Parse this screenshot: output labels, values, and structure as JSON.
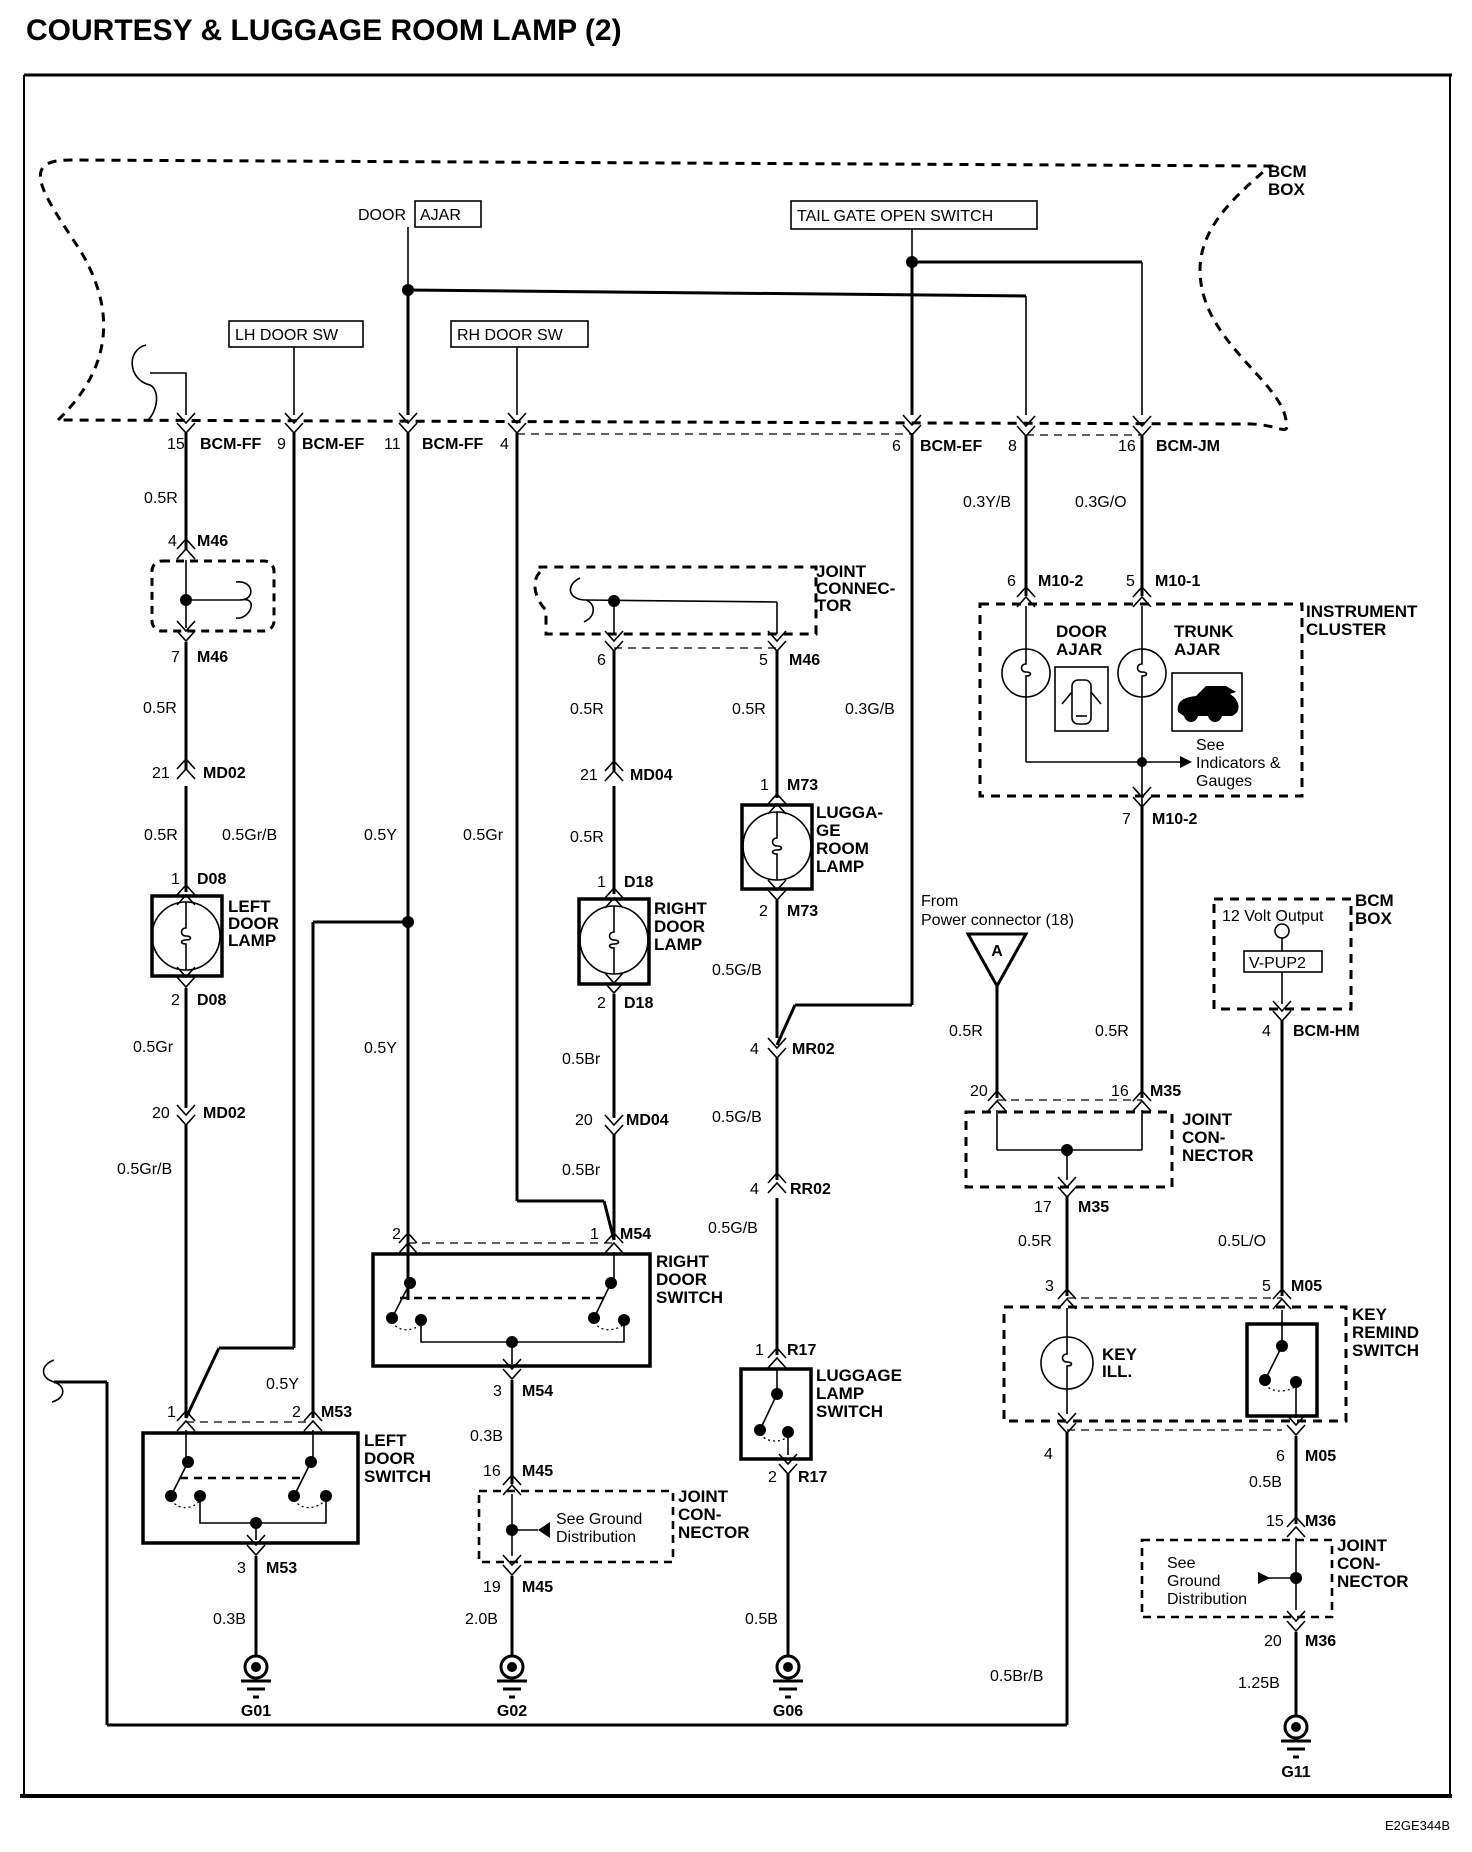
{
  "title": "COURTESY & LUGGAGE ROOM LAMP (2)",
  "diagram_code": "E2GE344B",
  "bcm_box": {
    "label_line1": "BCM",
    "label_line2": "BOX",
    "inputs": {
      "door_ajar_prefix": "DOOR",
      "door_ajar_box": "AJAR",
      "lh_door_sw": "LH DOOR SW",
      "rh_door_sw": "RH DOOR SW",
      "tail_gate": "TAIL GATE OPEN SWITCH"
    },
    "pins": [
      {
        "pin": "15",
        "connector": "BCM-FF"
      },
      {
        "pin": "9",
        "connector": "BCM-EF"
      },
      {
        "pin": "11",
        "connector": "BCM-FF"
      },
      {
        "pin": "4",
        "connector": ""
      },
      {
        "pin": "6",
        "connector": "BCM-EF"
      },
      {
        "pin": "8",
        "connector": ""
      },
      {
        "pin": "16",
        "connector": "BCM-JM"
      }
    ]
  },
  "left_branch": {
    "wire1": "0.5R",
    "m46_top": {
      "pin": "4",
      "connector": "M46"
    },
    "m46_bottom": {
      "pin": "7",
      "connector": "M46"
    },
    "wire2": "0.5R",
    "md02_top": {
      "pin": "21",
      "connector": "MD02"
    },
    "wire3": "0.5R",
    "wire_lh": "0.5Gr/B",
    "wire_y": "0.5Y",
    "wire_gr": "0.5Gr",
    "d08_top": {
      "pin": "1",
      "connector": "D08"
    },
    "lamp_label": [
      "LEFT",
      "DOOR",
      "LAMP"
    ],
    "d08_bottom": {
      "pin": "2",
      "connector": "D08"
    },
    "wire4": "0.5Gr",
    "md02_bottom": {
      "pin": "20",
      "connector": "MD02"
    },
    "wire5": "0.5Gr/B",
    "wire_y2": "0.5Y",
    "wire_y3": "0.5Y",
    "m53_pin1": "1",
    "m53_pin2": {
      "pin": "2",
      "connector": "M53"
    },
    "switch_label": [
      "LEFT",
      "DOOR",
      "SWITCH"
    ],
    "m53_bottom": {
      "pin": "3",
      "connector": "M53"
    },
    "wire_ground": "0.3B",
    "ground": "G01"
  },
  "mid_branch": {
    "joint_label": [
      "JOINT",
      "CONNEC-",
      "TOR"
    ],
    "m46_6": {
      "pin": "6",
      "connector": ""
    },
    "m46_5": {
      "pin": "5",
      "connector": "M46"
    },
    "wire_a": "0.5R",
    "md04_top": {
      "pin": "21",
      "connector": "MD04"
    },
    "wire_b": "0.5R",
    "d18_top": {
      "pin": "1",
      "connector": "D18"
    },
    "lamp_label": [
      "RIGHT",
      "DOOR",
      "LAMP"
    ],
    "d18_bottom": {
      "pin": "2",
      "connector": "D18"
    },
    "wire_c": "0.5Br",
    "md04_bottom": {
      "pin": "20",
      "connector": "MD04"
    },
    "wire_d": "0.5Br",
    "m54_pin2": "2",
    "m54_pin1": {
      "pin": "1",
      "connector": "M54"
    },
    "switch_label": [
      "RIGHT",
      "DOOR",
      "SWITCH"
    ],
    "m54_bottom": {
      "pin": "3",
      "connector": "M54"
    },
    "wire_e": "0.3B",
    "m45_top": {
      "pin": "16",
      "connector": "M45"
    },
    "joint2_note": [
      "See Ground",
      "Distribution"
    ],
    "joint2_label": [
      "JOINT",
      "CON-",
      "NECTOR"
    ],
    "m45_bottom": {
      "pin": "19",
      "connector": "M45"
    },
    "wire_f": "2.0B",
    "ground": "G02"
  },
  "luggage_branch": {
    "wire_a": "0.5R",
    "wire_tail": "0.3G/B",
    "m73_top": {
      "pin": "1",
      "connector": "M73"
    },
    "lamp_label": [
      "LUGGA-",
      "GE",
      "ROOM",
      "LAMP"
    ],
    "m73_bottom": {
      "pin": "2",
      "connector": "M73"
    },
    "wire_b": "0.5G/B",
    "mr02": {
      "pin": "4",
      "connector": "MR02"
    },
    "wire_c": "0.5G/B",
    "rr02": {
      "pin": "4",
      "connector": "RR02"
    },
    "wire_d": "0.5G/B",
    "r17_top": {
      "pin": "1",
      "connector": "R17"
    },
    "switch_label": [
      "LUGGAGE",
      "LAMP",
      "SWITCH"
    ],
    "r17_bottom": {
      "pin": "2",
      "connector": "R17"
    },
    "wire_e": "0.5B",
    "ground": "G06"
  },
  "cluster": {
    "wire_left": "0.3Y/B",
    "wire_right": "0.3G/O",
    "pin_left": {
      "pin": "6",
      "connector": "M10-2"
    },
    "pin_right": {
      "pin": "5",
      "connector": "M10-1"
    },
    "label": [
      "INSTRUMENT",
      "CLUSTER"
    ],
    "door_ajar": [
      "DOOR",
      "AJAR"
    ],
    "trunk_ajar": [
      "TRUNK",
      "AJAR"
    ],
    "see_note": [
      "See",
      "Indicators &",
      "Gauges"
    ],
    "pin_bottom": {
      "pin": "7",
      "connector": "M10-2"
    }
  },
  "key_branch": {
    "from_note": [
      "From",
      "Power connector (18)"
    ],
    "power_symbol": "A",
    "wire_a": "0.5R",
    "wire_b": "0.5R",
    "m35_20": "20",
    "m35_16": {
      "pin": "16",
      "connector": "M35"
    },
    "joint_label": [
      "JOINT",
      "CON-",
      "NECTOR"
    ],
    "m35_17": {
      "pin": "17",
      "connector": "M35"
    },
    "wire_c": "0.5R",
    "key_ill_pin_top": "3",
    "key_ill_label": [
      "KEY",
      "ILL."
    ],
    "key_ill_pin_bottom": "4",
    "wire_d": "0.5Br/B"
  },
  "key_remind": {
    "bcm_output": "12 Volt Output",
    "vpup": "V-PUP2",
    "bcm_label": [
      "BCM",
      "BOX"
    ],
    "bcm_hm": {
      "pin": "4",
      "connector": "BCM-HM"
    },
    "wire_a": "0.5L/O",
    "m05_top": {
      "pin": "5",
      "connector": "M05"
    },
    "switch_label": [
      "KEY",
      "REMIND",
      "SWITCH"
    ],
    "m05_bottom": {
      "pin": "6",
      "connector": "M05"
    },
    "wire_b": "0.5B",
    "m36_top": {
      "pin": "15",
      "connector": "M36"
    },
    "joint_note": [
      "See",
      "Ground",
      "Distribution"
    ],
    "joint_label": [
      "JOINT",
      "CON-",
      "NECTOR"
    ],
    "m36_bottom": {
      "pin": "20",
      "connector": "M36"
    },
    "wire_c": "1.25B",
    "ground": "G11"
  }
}
